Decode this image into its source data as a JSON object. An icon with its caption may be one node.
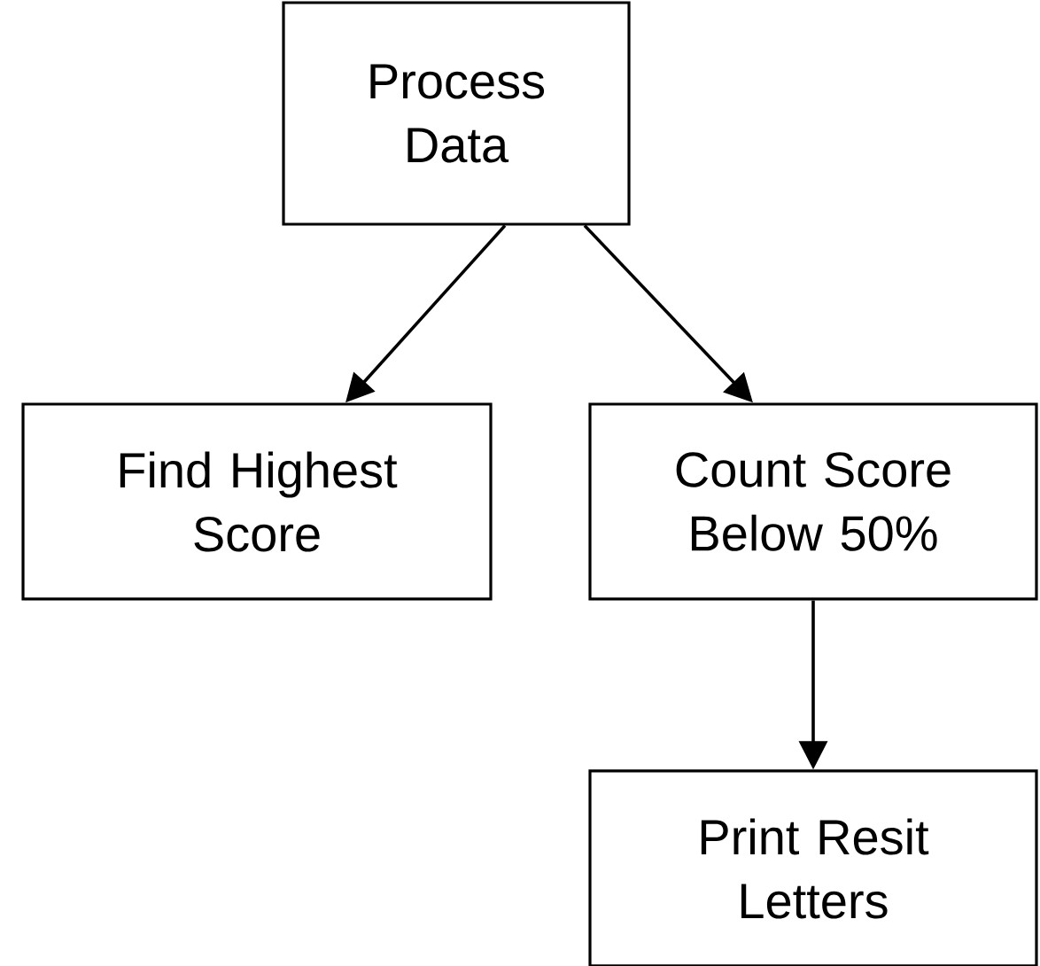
{
  "diagram": {
    "nodes": [
      {
        "text": [
          "Process Data"
        ]
      },
      {
        "text": [
          "Find Highest Score"
        ]
      },
      {
        "text": [
          "Count Score Below 50%"
        ]
      },
      {
        "text": [
          "Print Resit Letters"
        ]
      }
    ],
    "edges": [
      {
        "from": 0,
        "to": 1,
        "arrow": "to"
      },
      {
        "from": 0,
        "to": 2,
        "arrow": "to"
      },
      {
        "from": 2,
        "to": 3,
        "arrow": "to"
      }
    ]
  }
}
